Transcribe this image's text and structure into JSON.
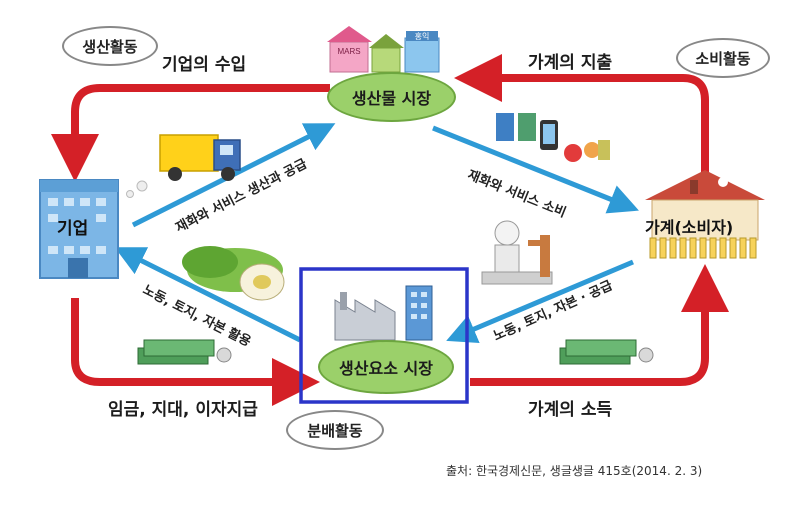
{
  "markets": {
    "product": "생산물 시장",
    "factor": "생산요소 시장"
  },
  "actors": {
    "firm": "기업",
    "household": "가계(소비자)"
  },
  "activities": {
    "production": "생산활동",
    "consumption": "소비활동",
    "distribution": "분배활동"
  },
  "money_flows": {
    "firm_revenue": "기업의 수입",
    "household_spending": "가계의 지출",
    "wages_rent_interest": "임금, 지대, 이자지급",
    "household_income": "가계의 소득"
  },
  "goods_flows": {
    "goods_supply": "재화와 서비스 생산과 공급",
    "goods_consumption": "재화와 서비스 소비",
    "factor_use": "노동, 토지, 자본 활용",
    "factor_supply": "노동, 토지, 자본 · 공급"
  },
  "icon_labels": {
    "shop_sign_1": "MARS",
    "shop_sign_2": "홍익"
  },
  "source": "출처: 한국경제신문, 생글생글 415호(2014. 2. 3)",
  "colors": {
    "money_arrow": "#d42027",
    "goods_arrow": "#2e9ad6",
    "highlight_box": "#2b35c9",
    "market_fill": "#9bd06a"
  }
}
